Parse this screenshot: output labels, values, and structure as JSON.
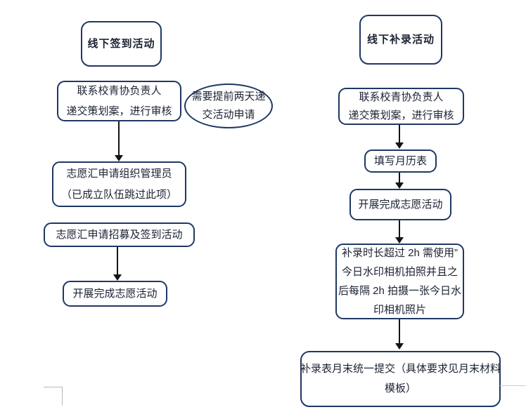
{
  "colors": {
    "border": "#1f3864",
    "text": "#1c2233",
    "arrow": "#141414",
    "table_mark": "#b8b8b8",
    "background": "#ffffff"
  },
  "left_flow": {
    "title": "线下签到活动",
    "note": {
      "lines": [
        "需要提前两天递",
        "交活动申请"
      ]
    },
    "steps": [
      {
        "lines": [
          "联系校青协负责人",
          "递交策划案，进行审核"
        ]
      },
      {
        "lines": [
          "志愿汇申请组织管理员",
          "（已成立队伍跳过此项）"
        ]
      },
      {
        "lines": [
          "志愿汇申请招募及签到活动"
        ]
      },
      {
        "lines": [
          "开展完成志愿活动"
        ]
      }
    ]
  },
  "right_flow": {
    "title": "线下补录活动",
    "steps": [
      {
        "lines": [
          "联系校青协负责人",
          "递交策划案，进行审核"
        ]
      },
      {
        "lines": [
          "填写月历表"
        ]
      },
      {
        "lines": [
          "开展完成志愿活动"
        ]
      },
      {
        "lines": [
          "补录时长超过 2h 需使用”",
          "今日水印相机拍照并且之",
          "后每隔 2h 拍摄一张今日水",
          "印相机照片"
        ]
      },
      {
        "lines": [
          "补录表月末统一提交（具体要求见月末材料",
          "模板）"
        ]
      }
    ]
  }
}
